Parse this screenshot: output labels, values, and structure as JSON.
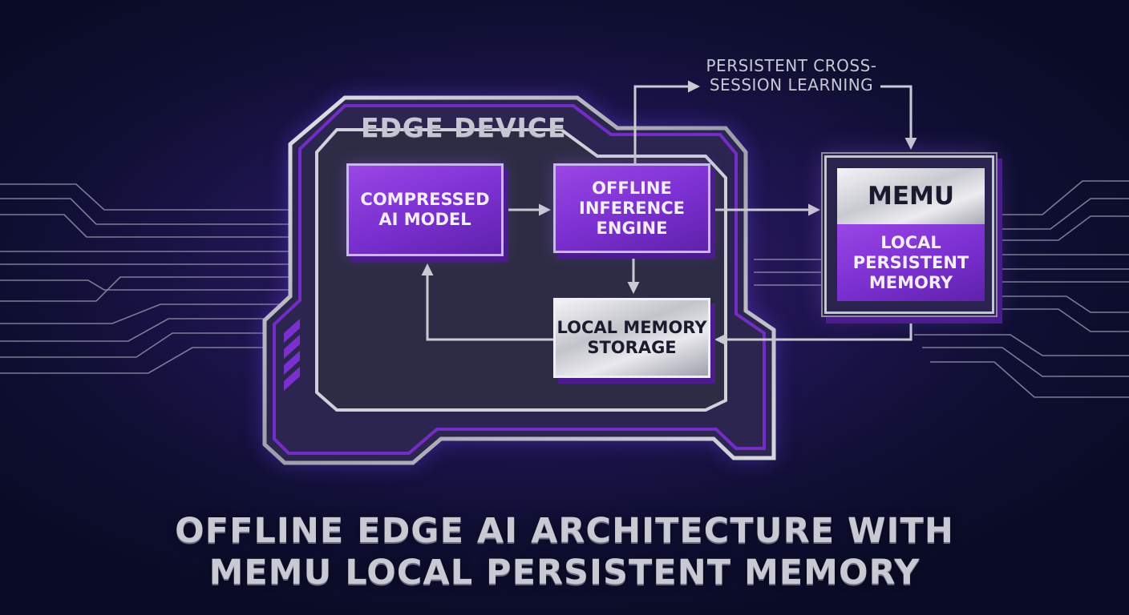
{
  "diagram": {
    "title_line1": "OFFLINE EDGE AI ARCHITECTURE WITH",
    "title_line2": "MEMU LOCAL PERSISTENT MEMORY",
    "device_label": "EDGE DEVICE",
    "nodes": {
      "compressed_model": "COMPRESSED AI MODEL",
      "inference_engine": "OFFLINE INFERENCE ENGINE",
      "local_storage": "LOCAL MEMORY STORAGE",
      "memu_title": "MEMU",
      "memu_subtitle": "LOCAL PERSISTENT MEMORY"
    },
    "learning_label": "PERSISTENT CROSS-SESSION LEARNING",
    "edges": [
      {
        "from": "compressed_model",
        "to": "inference_engine"
      },
      {
        "from": "inference_engine",
        "to": "memu"
      },
      {
        "from": "inference_engine",
        "to": "local_storage"
      },
      {
        "from": "local_storage",
        "to": "compressed_model"
      },
      {
        "from": "memu",
        "to": "local_storage"
      },
      {
        "from": "inference_engine",
        "to": "learning_label"
      },
      {
        "from": "learning_label",
        "to": "memu"
      }
    ],
    "colors": {
      "background": "#0f0f33",
      "accent_purple": "#7a2fcf",
      "silver": "#c4c5ce",
      "connector": "#b9bac4"
    }
  }
}
